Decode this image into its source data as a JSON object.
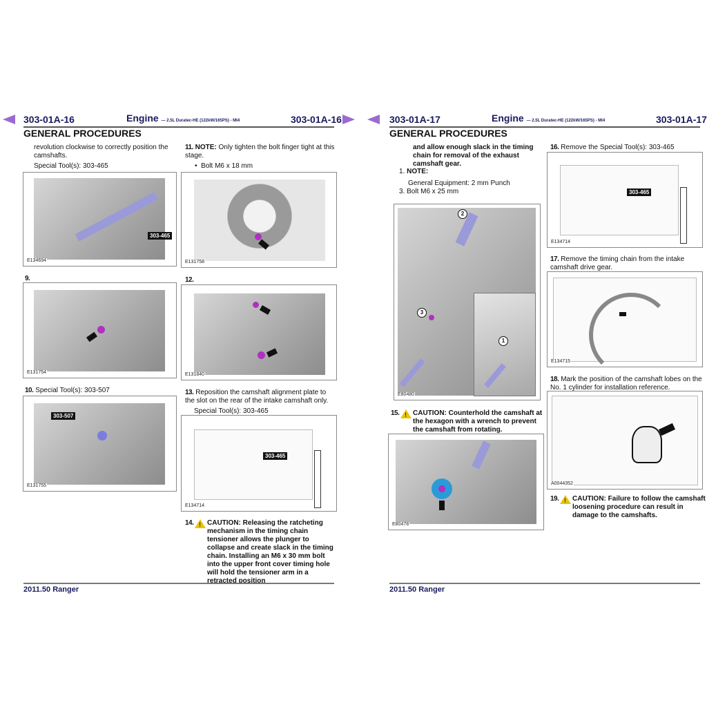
{
  "left_page": {
    "page_code": "303-01A-16",
    "title": "Engine",
    "subtitle": "— 2.5L Duratec-HE (122kW/165PS) - MI4",
    "section": "GENERAL PROCEDURES",
    "footer": "2011.50 Ranger",
    "col1": {
      "cont_text": "revolution clockwise to correctly position the camshafts.",
      "special_tool": "Special Tool(s): 303-465",
      "fig1": {
        "id": "E134694",
        "callout": "303-465"
      },
      "step9": {
        "num": "9."
      },
      "fig2": {
        "id": "E131754"
      },
      "step10": {
        "num": "10.",
        "text": "Special Tool(s): 303-507"
      },
      "fig3": {
        "id": "E131755",
        "callout": "303-507"
      }
    },
    "col2": {
      "step11": {
        "num": "11.",
        "note_label": "NOTE:",
        "text": "Only tighten the bolt finger tight at this stage.",
        "bullet": "Bolt M6 x 18 mm"
      },
      "fig4": {
        "id": "E131758"
      },
      "step12": {
        "num": "12."
      },
      "fig5": {
        "id": "E131840"
      },
      "step13": {
        "num": "13.",
        "text": "Reposition the camshaft alignment plate to the slot on the rear of the intake camshaft only.",
        "special_tool": "Special Tool(s): 303-465"
      },
      "fig6": {
        "id": "E134714",
        "callout": "303-465"
      },
      "step14": {
        "num": "14.",
        "text": "CAUTION: Releasing the ratcheting mechanism in the timing chain tensioner allows the plunger to collapse and create slack in the timing chain. Installing an M6 x 30 mm bolt into the upper front cover timing hole will hold the tensioner arm in a retracted position"
      }
    }
  },
  "right_page": {
    "page_code": "303-01A-17",
    "title": "Engine",
    "subtitle": "— 2.5L Duratec-HE (122kW/165PS) - MI4",
    "section": "GENERAL PROCEDURES",
    "footer": "2011.50 Ranger",
    "col1": {
      "cont_text": "and allow enough slack in the timing chain for removal of the exhaust camshaft gear.",
      "sub1": {
        "num": "1.",
        "label": "NOTE:"
      },
      "general_equipment": "General Equipment: 2 mm Punch",
      "sub3": {
        "num": "3.",
        "text": "Bolt M6 x 25 mm"
      },
      "fig7": {
        "id": "E80480",
        "markers": [
          "1",
          "2",
          "3"
        ]
      },
      "step15": {
        "num": "15.",
        "text": "CAUTION: Counterhold the camshaft at the hexagon with a wrench to prevent the camshaft from rotating."
      },
      "fig8": {
        "id": "E80478"
      }
    },
    "col2": {
      "step16": {
        "num": "16.",
        "text": "Remove the Special Tool(s): 303-465"
      },
      "fig9": {
        "id": "E134714",
        "callout": "303-465"
      },
      "step17": {
        "num": "17.",
        "text": "Remove the timing chain from the intake camshaft drive gear."
      },
      "fig10": {
        "id": "E134715"
      },
      "step18": {
        "num": "18.",
        "text": "Mark the position of the camshaft lobes on the No. 1 cylinder for installation reference."
      },
      "fig11": {
        "id": "A0044352"
      },
      "step19": {
        "num": "19.",
        "text": "CAUTION: Failure to follow the camshaft loosening procedure can result in damage to the camshafts."
      }
    }
  },
  "colors": {
    "header_navy": "#1a1a5e",
    "nav_arrow": "#9b6ad1",
    "bolt_marker": "#b030c0",
    "tool_blue": "#9a9ad8",
    "caution_yellow": "#e8c400"
  }
}
